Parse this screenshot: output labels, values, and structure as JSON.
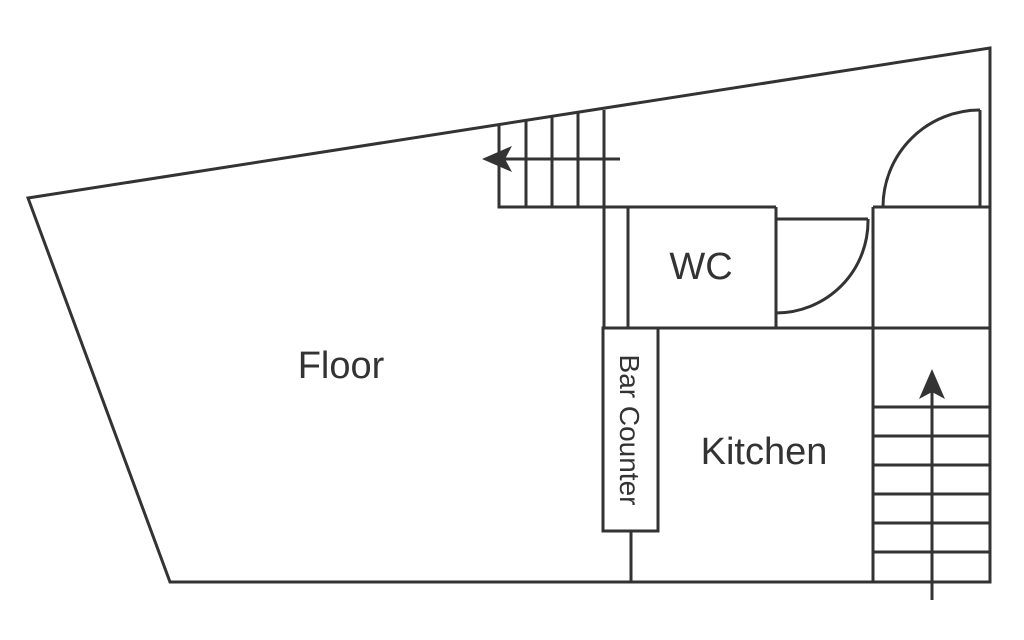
{
  "plan": {
    "rooms": {
      "floor": "Floor",
      "wc": "WC",
      "bar_counter": "Bar Counter",
      "kitchen": "Kitchen"
    },
    "line_color": "#333333",
    "background": "#ffffff"
  }
}
